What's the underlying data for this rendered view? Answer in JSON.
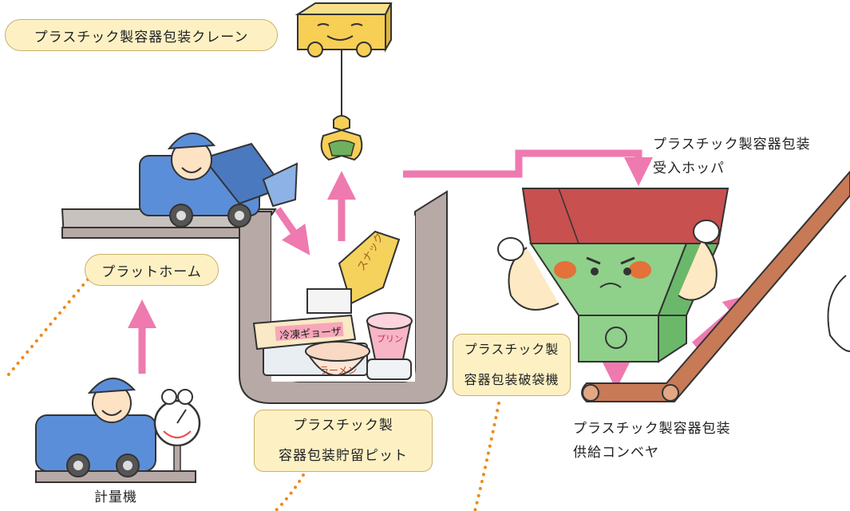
{
  "labels": {
    "crane": "プラスチック製容器包装クレーン",
    "platform": "プラットホーム",
    "scale": "計量機",
    "pit_line1": "プラスチック製",
    "pit_line2": "容器包装貯留ピット",
    "breaker_line1": "プラスチック製",
    "breaker_line2": "容器包装破袋機",
    "hopper_line1": "プラスチック製容器包装",
    "hopper_line2": "受入ホッパ",
    "conveyor_line1": "プラスチック製容器包装",
    "conveyor_line2": "供給コンベヤ"
  },
  "package_texts": {
    "gyoza": "冷凍ギョーザ",
    "ramen": "ラーメン",
    "pudding": "プリン",
    "snack": "スナック"
  },
  "colors": {
    "arrow": "#ee7aaf",
    "label_bg": "#fdf1c4",
    "label_border": "#c9b06a",
    "dotted": "#f08a1c",
    "pit_wall": "#b7a9a6",
    "truck_blue": "#5b8ed8",
    "hopper_top": "#c8504f",
    "hopper_body": "#8fd08a",
    "crane_yellow": "#f7cf55",
    "conveyor": "#a05a3c"
  }
}
